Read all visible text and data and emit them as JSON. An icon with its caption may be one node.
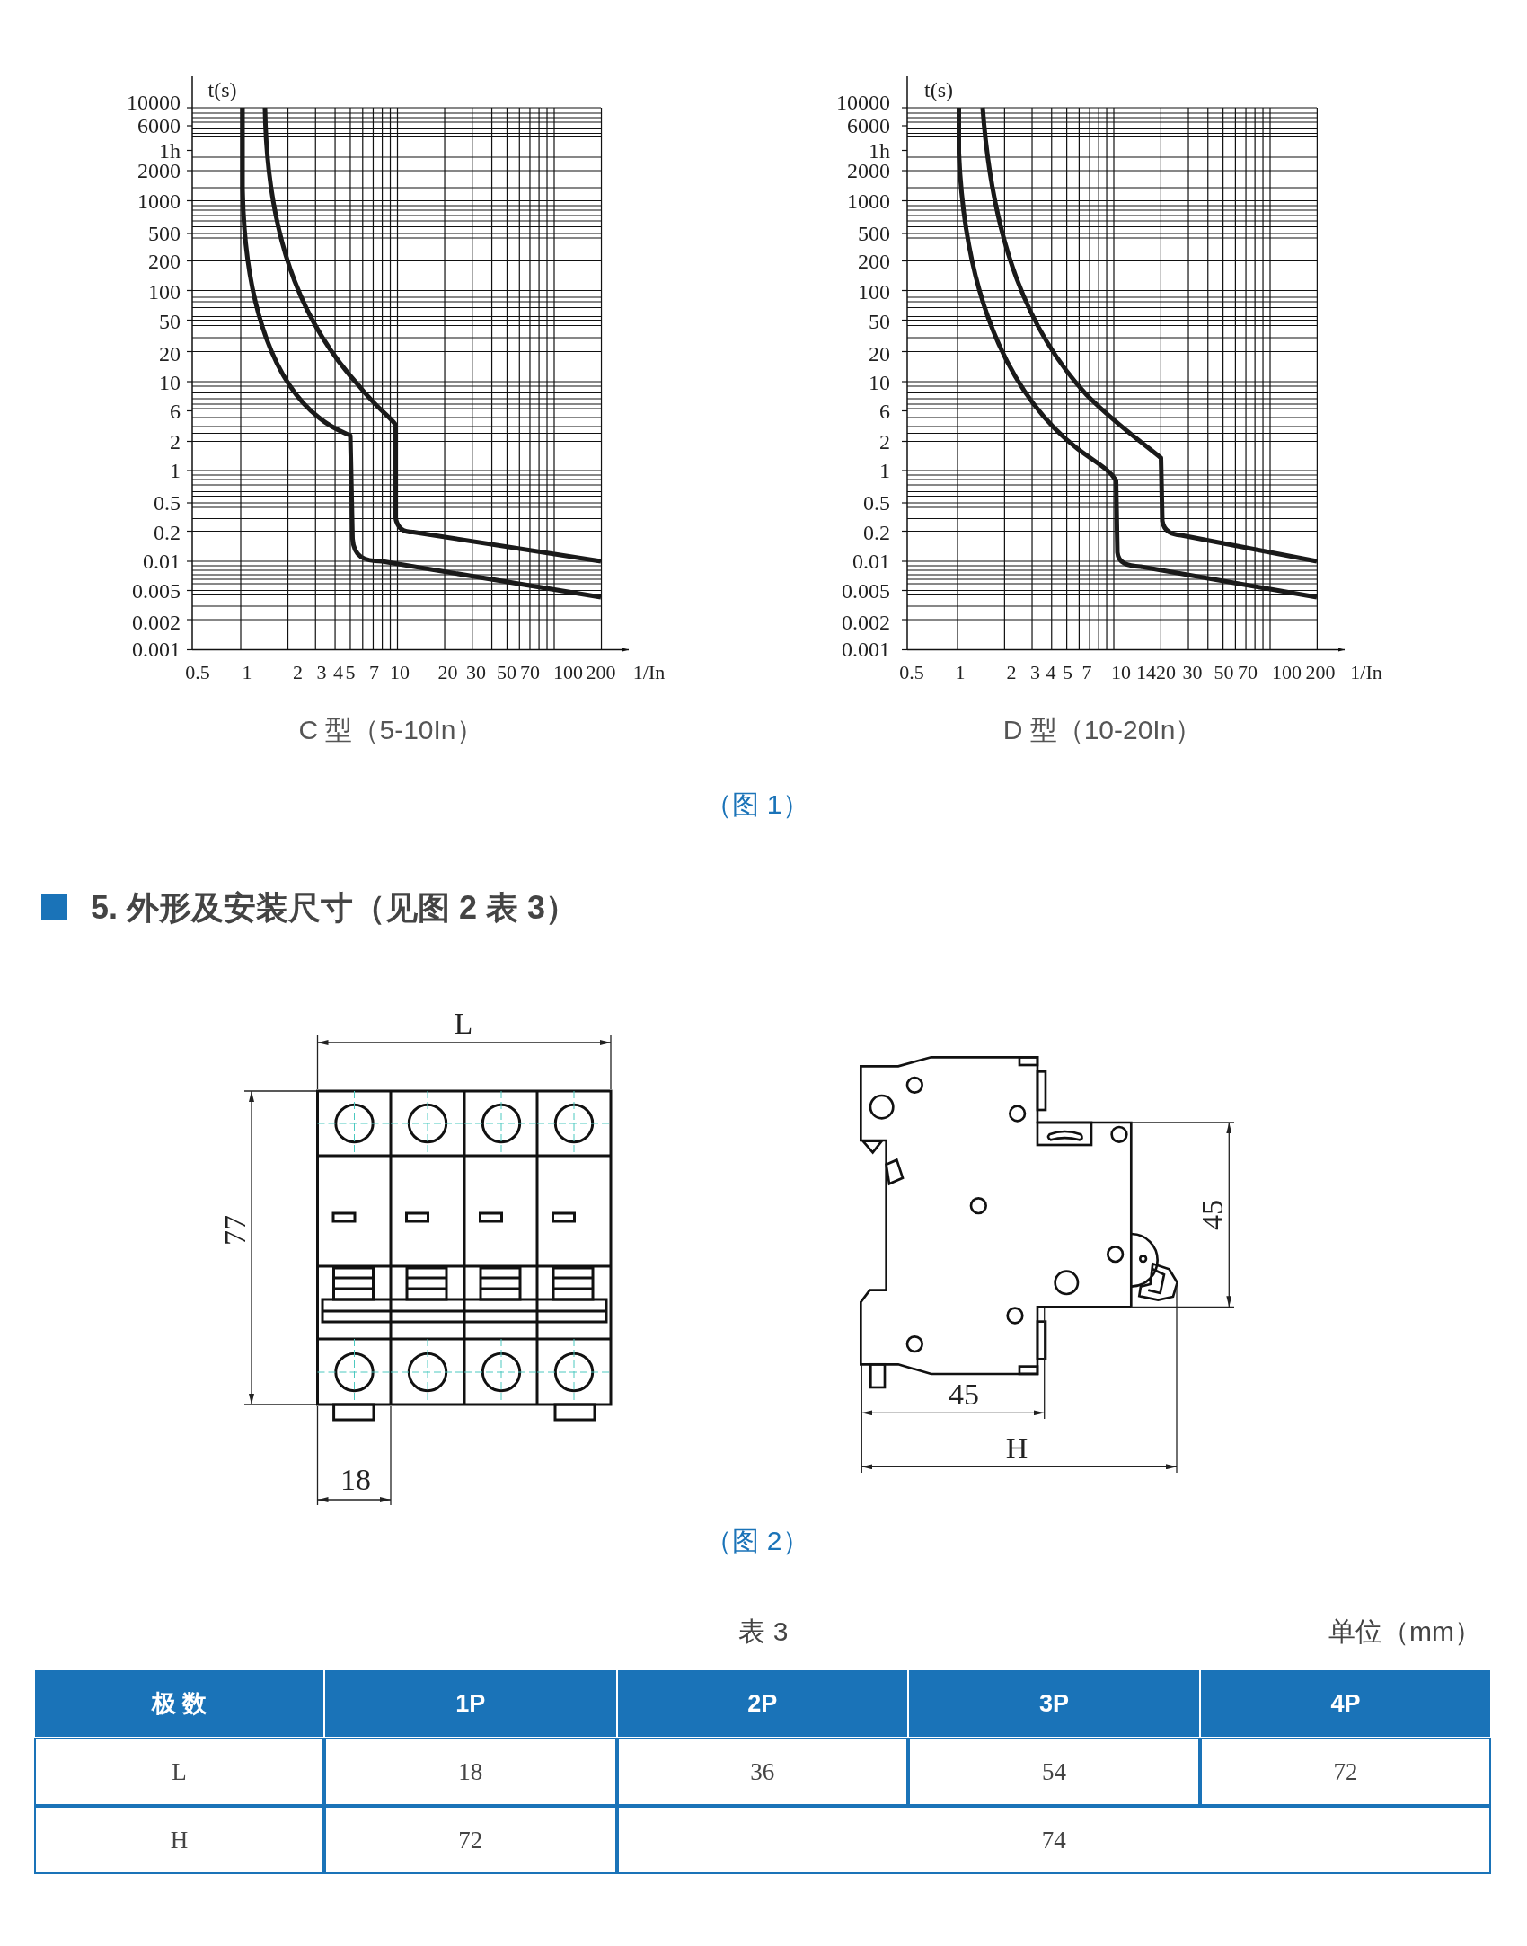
{
  "diagram": {
    "title": "5. 外形及安装尺寸（见图 2 表 3）",
    "labels": [
      "t(s)",
      "10000",
      "6000",
      "1h",
      "2000",
      "1000",
      "500",
      "200",
      "100",
      "50",
      "20",
      "10",
      "6",
      "2",
      "1",
      "0.5",
      "0.2",
      "0.01",
      "0.005",
      "0.002",
      "0.001",
      "0.5",
      "1",
      "2",
      "3",
      "4",
      "5",
      "7",
      "10",
      "20",
      "30",
      "50",
      "70",
      "100",
      "200",
      "1/In",
      "C 型（5-10In）",
      "t(s)",
      "10000",
      "6000",
      "1h",
      "2000",
      "1000",
      "500",
      "200",
      "100",
      "50",
      "20",
      "10",
      "6",
      "2",
      "1",
      "0.5",
      "0.2",
      "0.01",
      "0.005",
      "0.002",
      "0.001",
      "0.5",
      "1",
      "2",
      "3",
      "4",
      "5",
      "7",
      "10",
      "14",
      "20",
      "30",
      "50",
      "70",
      "100",
      "200",
      "1/In",
      "D 型（10-20In）",
      "（图 1）",
      "L",
      "77",
      "18",
      "45",
      "45",
      "H",
      "（图 2）",
      "表 3",
      "单位（mm）",
      "极 数",
      "1P",
      "2P",
      "3P",
      "4P",
      "L",
      "18",
      "36",
      "54",
      "72",
      "H",
      "72",
      "74"
    ]
  }
}
